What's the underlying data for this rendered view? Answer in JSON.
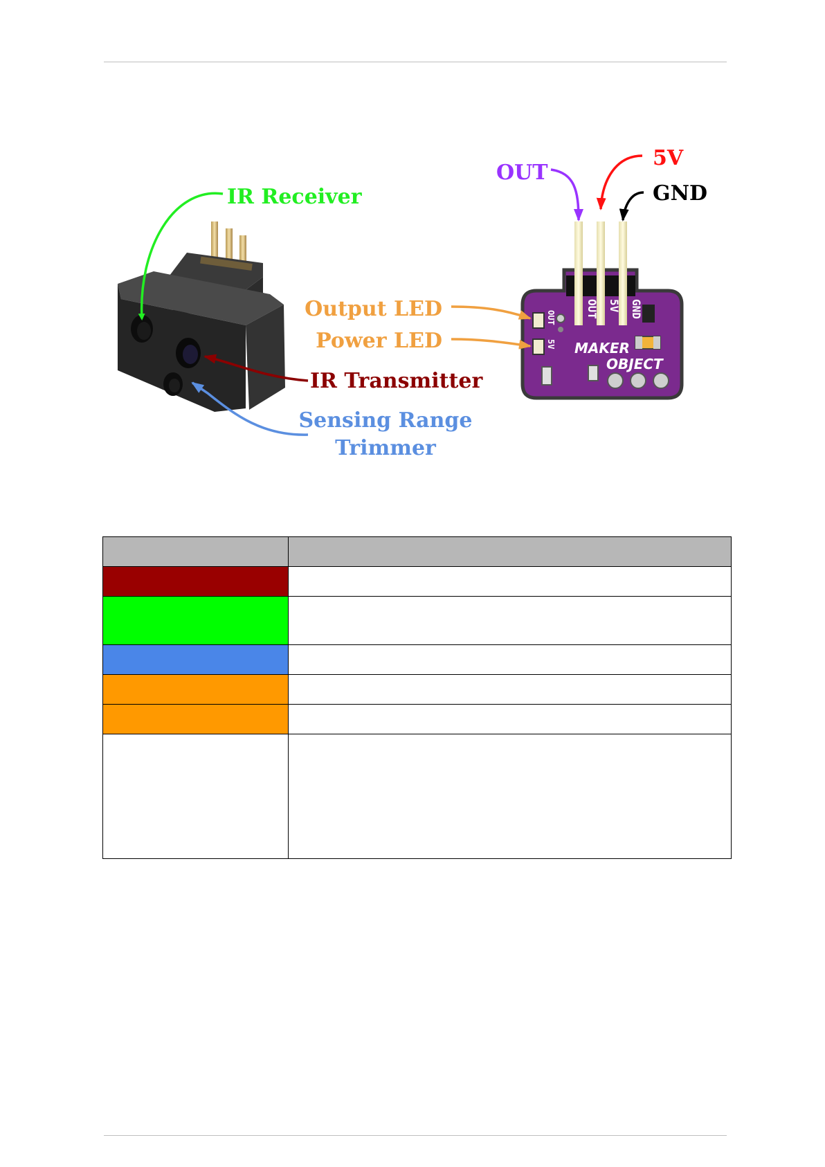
{
  "figure": {
    "sensor_labels": {
      "ir_receiver": "IR Receiver",
      "ir_transmitter": "IR Transmitter",
      "sensing_range_line1": "Sensing Range",
      "sensing_range_line2": "Trimmer"
    },
    "board_labels": {
      "out": "OUT",
      "v5": "5V",
      "gnd": "GND",
      "output_led": "Output LED",
      "power_led": "Power LED"
    },
    "silkscreen": {
      "pin_out": "OUT",
      "pin_5v": "5V",
      "pin_gnd": "GND",
      "led_out": "OUT",
      "led_5v": "5V",
      "brand_line1": "MAKER",
      "brand_line2": "OBJECT"
    }
  },
  "colors": {
    "ir_transmitter": "#990000",
    "ir_receiver": "#00ff00",
    "sensing_range": "#4a86e8",
    "output_led": "#ff9900",
    "power_led": "#ff9900",
    "header": "#b7b7b7",
    "out_pin": "#9900ff",
    "v5_pin": "#ff0000",
    "gnd_pin": "#000000",
    "pcb": "#7b2a8e"
  },
  "table": {
    "rows": [
      {
        "color": "#b7b7b7",
        "key": "header"
      },
      {
        "color": "#990000",
        "key": "ir_transmitter"
      },
      {
        "color": "#00ff00",
        "key": "ir_receiver"
      },
      {
        "color": "#4a86e8",
        "key": "sensing_range"
      },
      {
        "color": "#ff9900",
        "key": "output_led"
      },
      {
        "color": "#ff9900",
        "key": "power_led"
      },
      {
        "color": "#ffffff",
        "key": "blank"
      }
    ]
  }
}
